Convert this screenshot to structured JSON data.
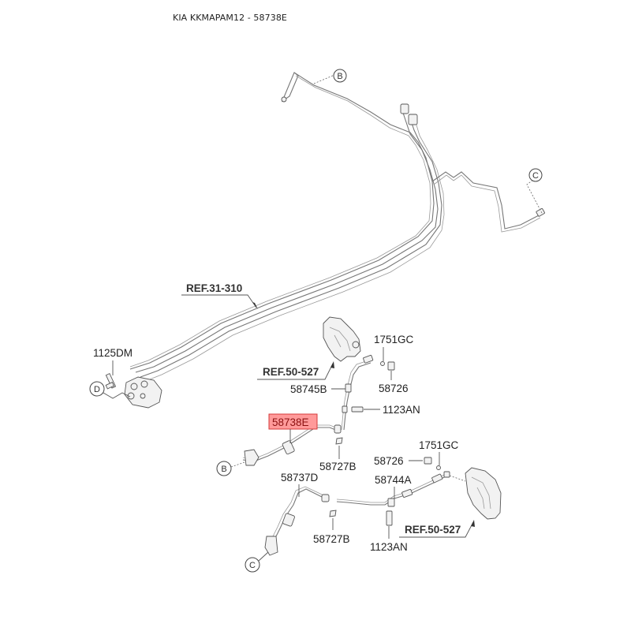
{
  "title": "KIA KKMAPAM12 - 58738E",
  "highlight_color": "#ff9a9a",
  "connectors": {
    "B_top": "B",
    "C_top": "C",
    "D_left": "D",
    "B_bottom": "B",
    "C_bottom": "C"
  },
  "references": {
    "ref_main_lines": "REF.31-310",
    "ref_caliper_upper": "REF.50-527",
    "ref_caliper_lower": "REF.50-527"
  },
  "part_labels": {
    "p_1125DM": "1125DM",
    "p_1751GC_upper": "1751GC",
    "p_58726_upper": "58726",
    "p_58745B": "58745B",
    "p_1123AN_upper": "1123AN",
    "p_58738E": "58738E",
    "p_58727B_upper": "58727B",
    "p_1751GC_lower": "1751GC",
    "p_58726_lower": "58726",
    "p_58737D": "58737D",
    "p_58744A": "58744A",
    "p_58727B_lower": "58727B",
    "p_1123AN_lower": "1123AN"
  }
}
